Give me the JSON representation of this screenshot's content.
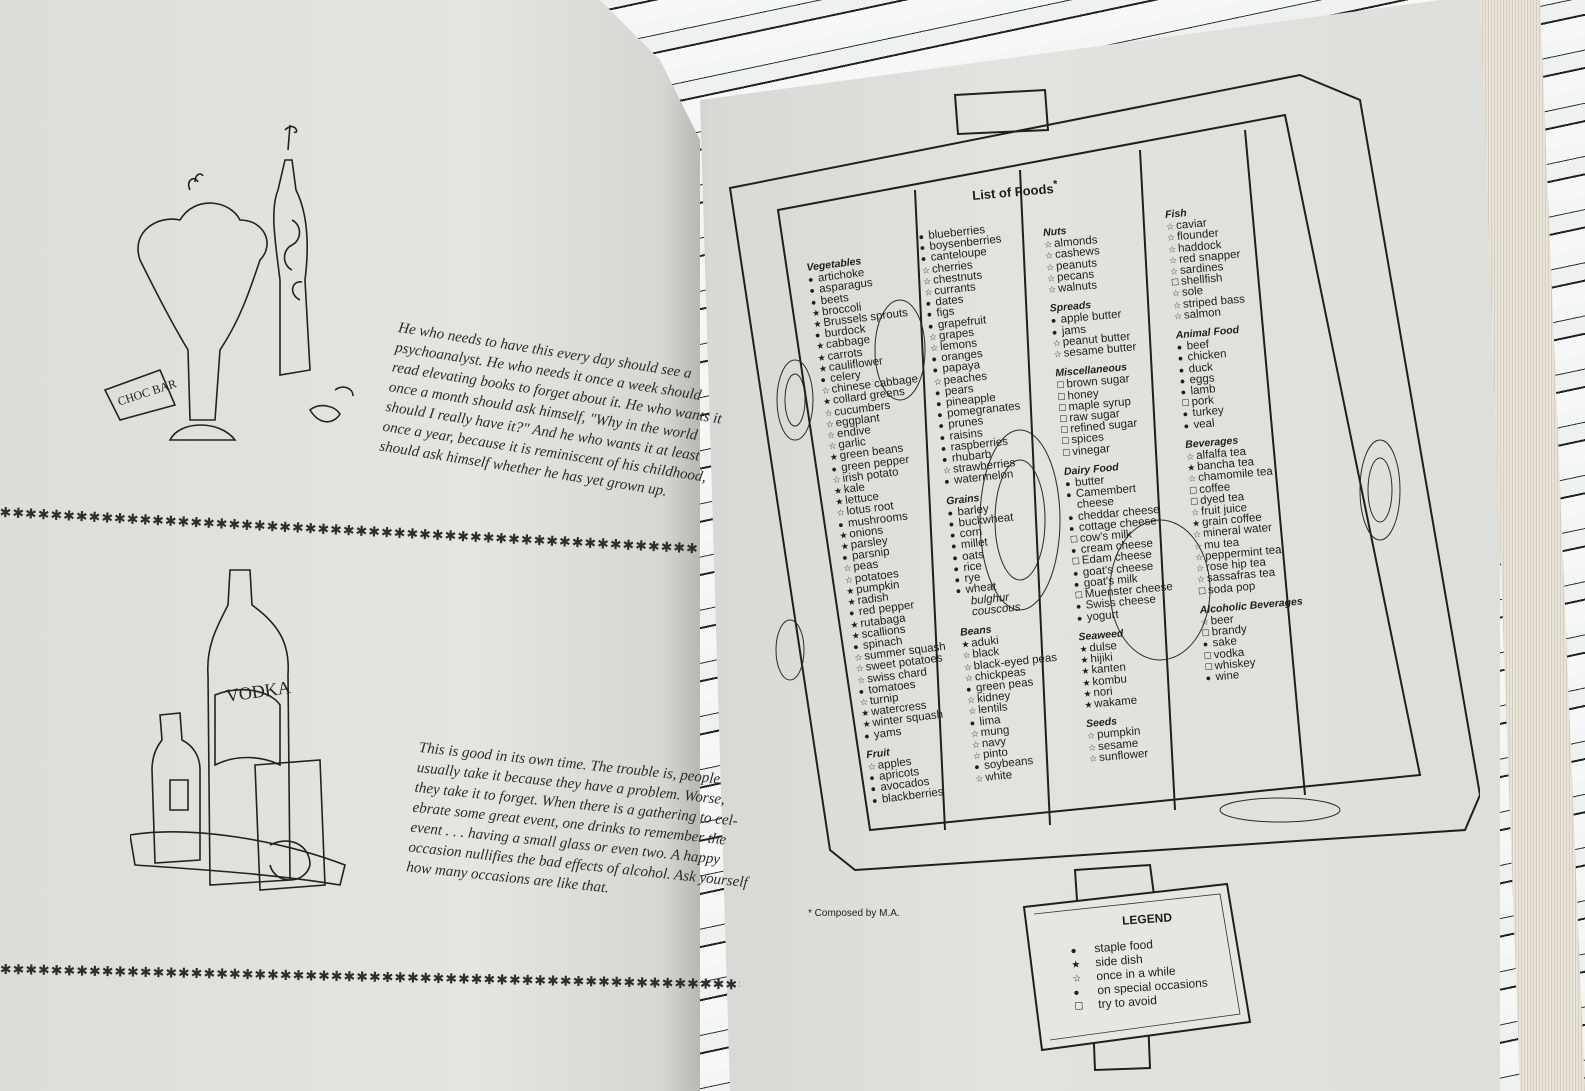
{
  "left_page": {
    "quote1": [
      "He who needs to have this every day should see a",
      "psychoanalyst. He who needs it once a week should",
      "read elevating books to forget about it. He who wants it",
      "once a month should ask himself, \"Why in the world",
      "should I really have it?\" And he who wants it at least",
      "once a year, because it is reminiscent of his childhood,",
      "should ask himself whether he has yet grown up."
    ],
    "sundae_label": "CHOC BAR",
    "quote2": [
      "This is good in its own time. The trouble is, people",
      "usually take it because they have a problem. Worse,",
      "they take it to forget. When there is a gathering to cel-",
      "ebrate some great event, one drinks to remember the",
      "event . . . having a small glass or even two. A happy",
      "occasion nullifies the bad effects of alcohol. Ask yourself",
      "how many occasions are like that."
    ],
    "bottle_label": "VODKA",
    "divider": "✱✱✱✱✱✱✱✱✱✱✱✱✱✱✱✱✱✱✱✱✱✱✱✱✱✱✱✱✱✱✱✱✱✱✱✱✱✱✱✱✱✱✱✱✱✱✱✱✱✱✱✱✱✱✱✱✱✱✱✱✱✱✱✱✱✱✱✱✱✱✱✱✱✱✱✱✱✱✱✱✱"
  },
  "food_list": {
    "title": "List of Foods",
    "title_mark": "*",
    "columns": [
      [
        {
          "cat": "Vegetables"
        },
        {
          "s": "●",
          "t": "artichoke"
        },
        {
          "s": "●",
          "t": "asparagus"
        },
        {
          "s": "●",
          "t": "beets"
        },
        {
          "s": "★",
          "t": "broccoli"
        },
        {
          "s": "★",
          "t": "Brussels sprouts"
        },
        {
          "s": "●",
          "t": "burdock"
        },
        {
          "s": "★",
          "t": "cabbage"
        },
        {
          "s": "★",
          "t": "carrots"
        },
        {
          "s": "★",
          "t": "cauliflower"
        },
        {
          "s": "●",
          "t": "celery"
        },
        {
          "s": "☆",
          "t": "chinese cabbage"
        },
        {
          "s": "★",
          "t": "collard greens"
        },
        {
          "s": "☆",
          "t": "cucumbers"
        },
        {
          "s": "☆",
          "t": "eggplant"
        },
        {
          "s": "☆",
          "t": "endive"
        },
        {
          "s": "☆",
          "t": "garlic"
        },
        {
          "s": "★",
          "t": "green beans"
        },
        {
          "s": "●",
          "t": "green pepper"
        },
        {
          "s": "☆",
          "t": "irish potato"
        },
        {
          "s": "★",
          "t": "kale"
        },
        {
          "s": "★",
          "t": "lettuce"
        },
        {
          "s": "☆",
          "t": "lotus root"
        },
        {
          "s": "●",
          "t": "mushrooms"
        },
        {
          "s": "★",
          "t": "onions"
        },
        {
          "s": "★",
          "t": "parsley"
        },
        {
          "s": "●",
          "t": "parsnip"
        },
        {
          "s": "☆",
          "t": "peas"
        },
        {
          "s": "☆",
          "t": "potatoes"
        },
        {
          "s": "★",
          "t": "pumpkin"
        },
        {
          "s": "★",
          "t": "radish"
        },
        {
          "s": "●",
          "t": "red pepper"
        },
        {
          "s": "★",
          "t": "rutabaga"
        },
        {
          "s": "★",
          "t": "scallions"
        },
        {
          "s": "●",
          "t": "spinach"
        },
        {
          "s": "☆",
          "t": "summer squash"
        },
        {
          "s": "☆",
          "t": "sweet potatoes"
        },
        {
          "s": "☆",
          "t": "swiss chard"
        },
        {
          "s": "●",
          "t": "tomatoes"
        },
        {
          "s": "☆",
          "t": "turnip"
        },
        {
          "s": "★",
          "t": "watercress"
        },
        {
          "s": "★",
          "t": "winter squash"
        },
        {
          "s": "●",
          "t": "yams"
        },
        {
          "cat": "Fruit"
        },
        {
          "s": "☆",
          "t": "apples"
        },
        {
          "s": "●",
          "t": "apricots"
        },
        {
          "s": "●",
          "t": "avocados"
        },
        {
          "s": "●",
          "t": "blackberries"
        }
      ],
      [
        {
          "s": "●",
          "t": "blueberries"
        },
        {
          "s": "●",
          "t": "boysenberries"
        },
        {
          "s": "●",
          "t": "canteloupe"
        },
        {
          "s": "☆",
          "t": "cherries"
        },
        {
          "s": "☆",
          "t": "chestnuts"
        },
        {
          "s": "☆",
          "t": "currants"
        },
        {
          "s": "●",
          "t": "dates"
        },
        {
          "s": "●",
          "t": "figs"
        },
        {
          "s": "●",
          "t": "grapefruit"
        },
        {
          "s": "☆",
          "t": "grapes"
        },
        {
          "s": "☆",
          "t": "lemons"
        },
        {
          "s": "●",
          "t": "oranges"
        },
        {
          "s": "●",
          "t": "papaya"
        },
        {
          "s": "☆",
          "t": "peaches"
        },
        {
          "s": "●",
          "t": "pears"
        },
        {
          "s": "●",
          "t": "pineapple"
        },
        {
          "s": "●",
          "t": "pomegranates"
        },
        {
          "s": "●",
          "t": "prunes"
        },
        {
          "s": "●",
          "t": "raisins"
        },
        {
          "s": "●",
          "t": "raspberries"
        },
        {
          "s": "●",
          "t": "rhubarb"
        },
        {
          "s": "☆",
          "t": "strawberries"
        },
        {
          "s": "●",
          "t": "watermelon"
        },
        {
          "cat": "Grains"
        },
        {
          "s": "●",
          "t": "barley"
        },
        {
          "s": "●",
          "t": "buckwheat"
        },
        {
          "s": "●",
          "t": "corn"
        },
        {
          "s": "●",
          "t": "millet"
        },
        {
          "s": "●",
          "t": "oats"
        },
        {
          "s": "●",
          "t": "rice"
        },
        {
          "s": "●",
          "t": "rye"
        },
        {
          "s": "●",
          "t": "wheat"
        },
        {
          "i": "bulghur"
        },
        {
          "i": "couscous"
        },
        {
          "cat": "Beans"
        },
        {
          "s": "★",
          "t": "aduki"
        },
        {
          "s": "☆",
          "t": "black"
        },
        {
          "s": "☆",
          "t": "black-eyed peas"
        },
        {
          "s": "☆",
          "t": "chickpeas"
        },
        {
          "s": "●",
          "t": "green peas"
        },
        {
          "s": "☆",
          "t": "kidney"
        },
        {
          "s": "☆",
          "t": "lentils"
        },
        {
          "s": "●",
          "t": "lima"
        },
        {
          "s": "☆",
          "t": "mung"
        },
        {
          "s": "☆",
          "t": "navy"
        },
        {
          "s": "☆",
          "t": "pinto"
        },
        {
          "s": "●",
          "t": "soybeans"
        },
        {
          "s": "☆",
          "t": "white"
        }
      ],
      [
        {
          "cat": "Nuts"
        },
        {
          "s": "☆",
          "t": "almonds"
        },
        {
          "s": "☆",
          "t": "cashews"
        },
        {
          "s": "☆",
          "t": "peanuts"
        },
        {
          "s": "☆",
          "t": "pecans"
        },
        {
          "s": "☆",
          "t": "walnuts"
        },
        {
          "cat": "Spreads"
        },
        {
          "s": "●",
          "t": "apple butter"
        },
        {
          "s": "●",
          "t": "jams"
        },
        {
          "s": "☆",
          "t": "peanut butter"
        },
        {
          "s": "☆",
          "t": "sesame butter"
        },
        {
          "cat": "Miscellaneous"
        },
        {
          "s": "☐",
          "t": "brown sugar"
        },
        {
          "s": "☐",
          "t": "honey"
        },
        {
          "s": "☐",
          "t": "maple syrup"
        },
        {
          "s": "☐",
          "t": "raw sugar"
        },
        {
          "s": "☐",
          "t": "refined sugar"
        },
        {
          "s": "☐",
          "t": "spices"
        },
        {
          "s": "☐",
          "t": "vinegar"
        },
        {
          "cat": "Dairy Food"
        },
        {
          "s": "●",
          "t": "butter"
        },
        {
          "s": "●",
          "t": "Camembert"
        },
        {
          "s": "",
          "t": "cheese"
        },
        {
          "s": "●",
          "t": "cheddar cheese"
        },
        {
          "s": "●",
          "t": "cottage cheese"
        },
        {
          "s": "☐",
          "t": "cow's milk"
        },
        {
          "s": "●",
          "t": "cream cheese"
        },
        {
          "s": "☐",
          "t": "Edam cheese"
        },
        {
          "s": "●",
          "t": "goat's cheese"
        },
        {
          "s": "●",
          "t": "goat's milk"
        },
        {
          "s": "☐",
          "t": "Muenster cheese"
        },
        {
          "s": "●",
          "t": "Swiss cheese"
        },
        {
          "s": "●",
          "t": "yogurt"
        },
        {
          "cat": "Seaweed"
        },
        {
          "s": "★",
          "t": "dulse"
        },
        {
          "s": "★",
          "t": "hijiki"
        },
        {
          "s": "★",
          "t": "kanten"
        },
        {
          "s": "★",
          "t": "kombu"
        },
        {
          "s": "★",
          "t": "nori"
        },
        {
          "s": "★",
          "t": "wakame"
        },
        {
          "cat": "Seeds"
        },
        {
          "s": "☆",
          "t": "pumpkin"
        },
        {
          "s": "☆",
          "t": "sesame"
        },
        {
          "s": "☆",
          "t": "sunflower"
        }
      ],
      [
        {
          "cat": "Fish"
        },
        {
          "s": "☆",
          "t": "caviar"
        },
        {
          "s": "☆",
          "t": "flounder"
        },
        {
          "s": "☆",
          "t": "haddock"
        },
        {
          "s": "☆",
          "t": "red snapper"
        },
        {
          "s": "☆",
          "t": "sardines"
        },
        {
          "s": "☐",
          "t": "shellfish"
        },
        {
          "s": "☆",
          "t": "sole"
        },
        {
          "s": "☆",
          "t": "striped bass"
        },
        {
          "s": "☆",
          "t": "salmon"
        },
        {
          "cat": "Animal Food"
        },
        {
          "s": "●",
          "t": "beef"
        },
        {
          "s": "●",
          "t": "chicken"
        },
        {
          "s": "●",
          "t": "duck"
        },
        {
          "s": "●",
          "t": "eggs"
        },
        {
          "s": "●",
          "t": "lamb"
        },
        {
          "s": "☐",
          "t": "pork"
        },
        {
          "s": "●",
          "t": "turkey"
        },
        {
          "s": "●",
          "t": "veal"
        },
        {
          "cat": "Beverages"
        },
        {
          "s": "☆",
          "t": "alfalfa tea"
        },
        {
          "s": "★",
          "t": "bancha tea"
        },
        {
          "s": "☆",
          "t": "chamomile tea"
        },
        {
          "s": "☐",
          "t": "coffee"
        },
        {
          "s": "☐",
          "t": "dyed tea"
        },
        {
          "s": "☆",
          "t": "fruit juice"
        },
        {
          "s": "★",
          "t": "grain coffee"
        },
        {
          "s": "☆",
          "t": "mineral water"
        },
        {
          "s": "☆",
          "t": "mu tea"
        },
        {
          "s": "☆",
          "t": "peppermint tea"
        },
        {
          "s": "☆",
          "t": "rose hip tea"
        },
        {
          "s": "☆",
          "t": "sassafras tea"
        },
        {
          "s": "☐",
          "t": "soda pop"
        },
        {
          "cat": "Alcoholic Beverages"
        },
        {
          "s": "☆",
          "t": "beer"
        },
        {
          "s": "☐",
          "t": "brandy"
        },
        {
          "s": "●",
          "t": "sake"
        },
        {
          "s": "☐",
          "t": "vodka"
        },
        {
          "s": "☐",
          "t": "whiskey"
        },
        {
          "s": "●",
          "t": "wine"
        }
      ]
    ],
    "footnote": "* Composed by M.A.",
    "legend": {
      "title": "LEGEND",
      "items": [
        {
          "s": "●",
          "t": "staple food"
        },
        {
          "s": "★",
          "t": "side dish"
        },
        {
          "s": "☆",
          "t": "once in a while"
        },
        {
          "s": "●",
          "t": "on special occasions"
        },
        {
          "s": "☐",
          "t": "try to avoid"
        }
      ]
    }
  }
}
